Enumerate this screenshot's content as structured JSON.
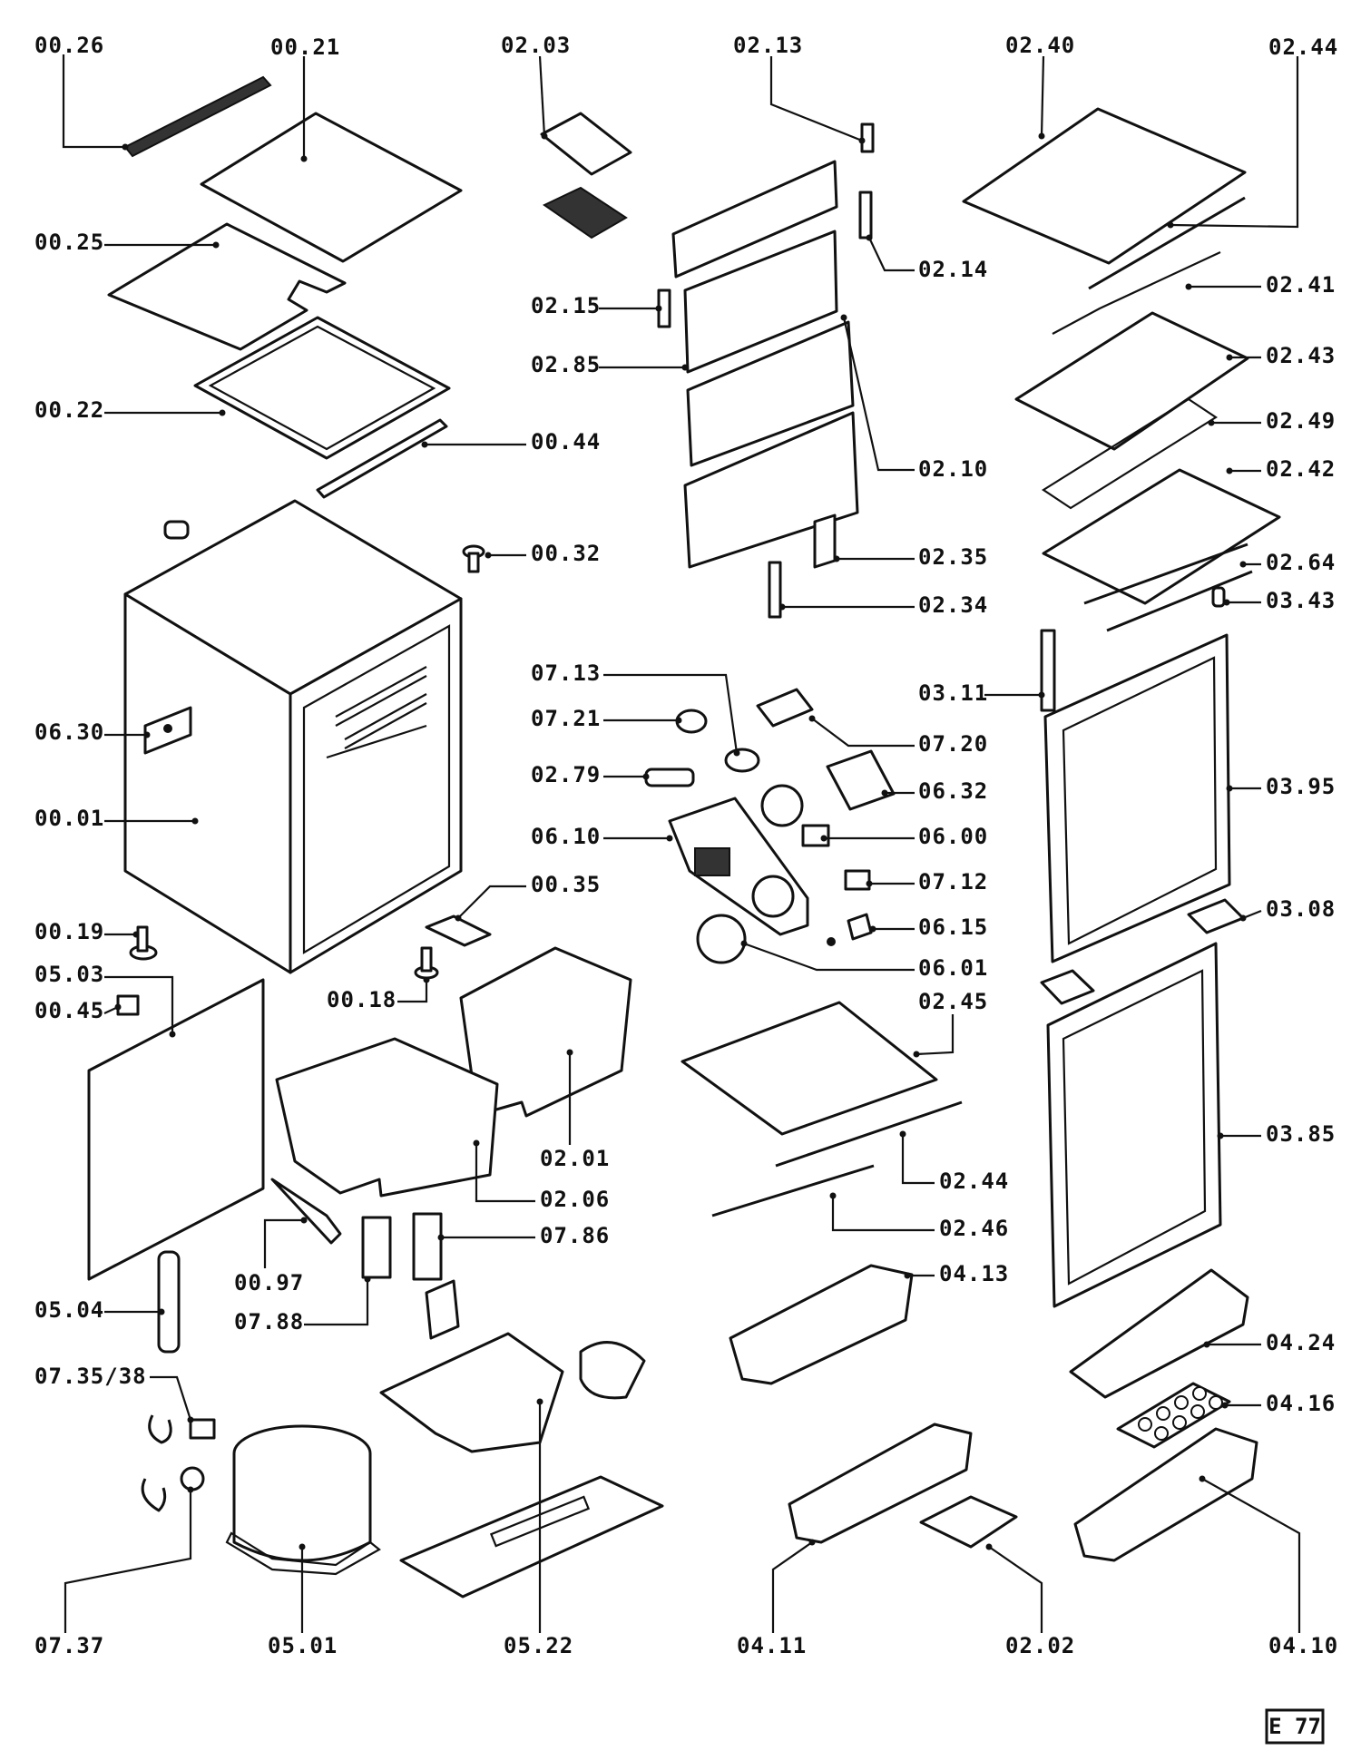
{
  "diagram_code": "E 77",
  "labels": [
    {
      "id": "00.26",
      "text": "00.26"
    },
    {
      "id": "00.21",
      "text": "00.21"
    },
    {
      "id": "02.03",
      "text": "02.03"
    },
    {
      "id": "02.13",
      "text": "02.13"
    },
    {
      "id": "02.40",
      "text": "02.40"
    },
    {
      "id": "02.44a",
      "text": "02.44"
    },
    {
      "id": "00.25",
      "text": "00.25"
    },
    {
      "id": "02.14",
      "text": "02.14"
    },
    {
      "id": "02.41",
      "text": "02.41"
    },
    {
      "id": "02.15",
      "text": "02.15"
    },
    {
      "id": "02.43",
      "text": "02.43"
    },
    {
      "id": "02.85",
      "text": "02.85"
    },
    {
      "id": "00.22",
      "text": "00.22"
    },
    {
      "id": "02.49",
      "text": "02.49"
    },
    {
      "id": "00.44",
      "text": "00.44"
    },
    {
      "id": "02.10",
      "text": "02.10"
    },
    {
      "id": "02.42",
      "text": "02.42"
    },
    {
      "id": "00.32",
      "text": "00.32"
    },
    {
      "id": "02.35",
      "text": "02.35"
    },
    {
      "id": "02.64",
      "text": "02.64"
    },
    {
      "id": "02.34",
      "text": "02.34"
    },
    {
      "id": "03.43",
      "text": "03.43"
    },
    {
      "id": "07.13",
      "text": "07.13"
    },
    {
      "id": "03.11",
      "text": "03.11"
    },
    {
      "id": "07.21",
      "text": "07.21"
    },
    {
      "id": "06.30",
      "text": "06.30"
    },
    {
      "id": "07.20",
      "text": "07.20"
    },
    {
      "id": "02.79",
      "text": "02.79"
    },
    {
      "id": "06.32",
      "text": "06.32"
    },
    {
      "id": "03.95",
      "text": "03.95"
    },
    {
      "id": "00.01",
      "text": "00.01"
    },
    {
      "id": "06.10",
      "text": "06.10"
    },
    {
      "id": "06.00",
      "text": "06.00"
    },
    {
      "id": "00.35",
      "text": "00.35"
    },
    {
      "id": "07.12",
      "text": "07.12"
    },
    {
      "id": "03.08",
      "text": "03.08"
    },
    {
      "id": "06.15",
      "text": "06.15"
    },
    {
      "id": "00.19",
      "text": "00.19"
    },
    {
      "id": "06.01",
      "text": "06.01"
    },
    {
      "id": "05.03",
      "text": "05.03"
    },
    {
      "id": "00.18",
      "text": "00.18"
    },
    {
      "id": "02.45",
      "text": "02.45"
    },
    {
      "id": "00.45",
      "text": "00.45"
    },
    {
      "id": "02.01",
      "text": "02.01"
    },
    {
      "id": "03.85",
      "text": "03.85"
    },
    {
      "id": "02.44b",
      "text": "02.44"
    },
    {
      "id": "02.06",
      "text": "02.06"
    },
    {
      "id": "02.46",
      "text": "02.46"
    },
    {
      "id": "07.86",
      "text": "07.86"
    },
    {
      "id": "04.13",
      "text": "04.13"
    },
    {
      "id": "00.97",
      "text": "00.97"
    },
    {
      "id": "05.04",
      "text": "05.04"
    },
    {
      "id": "07.88",
      "text": "07.88"
    },
    {
      "id": "04.24",
      "text": "04.24"
    },
    {
      "id": "07.35/38",
      "text": "07.35/38"
    },
    {
      "id": "04.16",
      "text": "04.16"
    },
    {
      "id": "07.37",
      "text": "07.37"
    },
    {
      "id": "05.01",
      "text": "05.01"
    },
    {
      "id": "05.22",
      "text": "05.22"
    },
    {
      "id": "04.11",
      "text": "04.11"
    },
    {
      "id": "02.02",
      "text": "02.02"
    },
    {
      "id": "04.10",
      "text": "04.10"
    }
  ]
}
